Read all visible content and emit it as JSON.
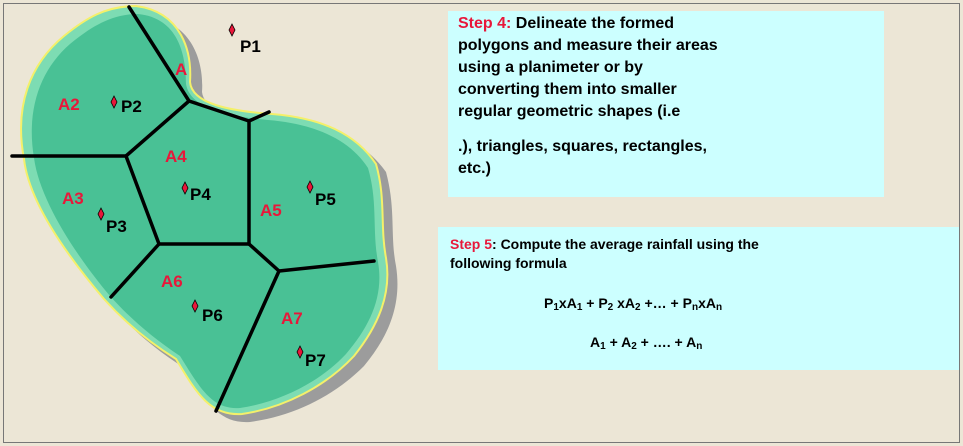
{
  "diagram": {
    "area_labels": [
      "A",
      "A2",
      "A3",
      "A4",
      "A5",
      "A6",
      "A7"
    ],
    "point_labels": [
      "P1",
      "P2",
      "P3",
      "P4",
      "P5",
      "P6",
      "P7"
    ],
    "colors": {
      "region_fill": "#49c195",
      "region_outline": "#f4f06a",
      "shadow": "#9c9c9c",
      "edge_glow": "#7ddcb3",
      "boundary": "#000000",
      "point_marker": "#e8173a",
      "area_label": "#e8173a"
    }
  },
  "step4": {
    "title": "Step 4:",
    "lines": [
      "Delineate the formed",
      "polygons and measure their areas",
      "using a planimeter or by",
      "converting them into smaller",
      "regular geometric shapes (i.e",
      ".), triangles, squares, rectangles,",
      "etc.)"
    ]
  },
  "step5": {
    "title": "Step 5",
    "text": ": Compute the average rainfall using the",
    "line2": "following formula",
    "numerator": {
      "parts": [
        "P",
        "1",
        "xA",
        "1",
        " + P",
        "2",
        " xA",
        "2",
        " +… + P",
        "n",
        "xA",
        "n"
      ]
    },
    "denominator": {
      "parts": [
        "A",
        "1",
        " + A",
        "2",
        " + …. + A",
        "n"
      ]
    }
  },
  "colors": {
    "background": "#ece6d6",
    "text_box": "#ccffff",
    "step_title": "#e8173a"
  }
}
